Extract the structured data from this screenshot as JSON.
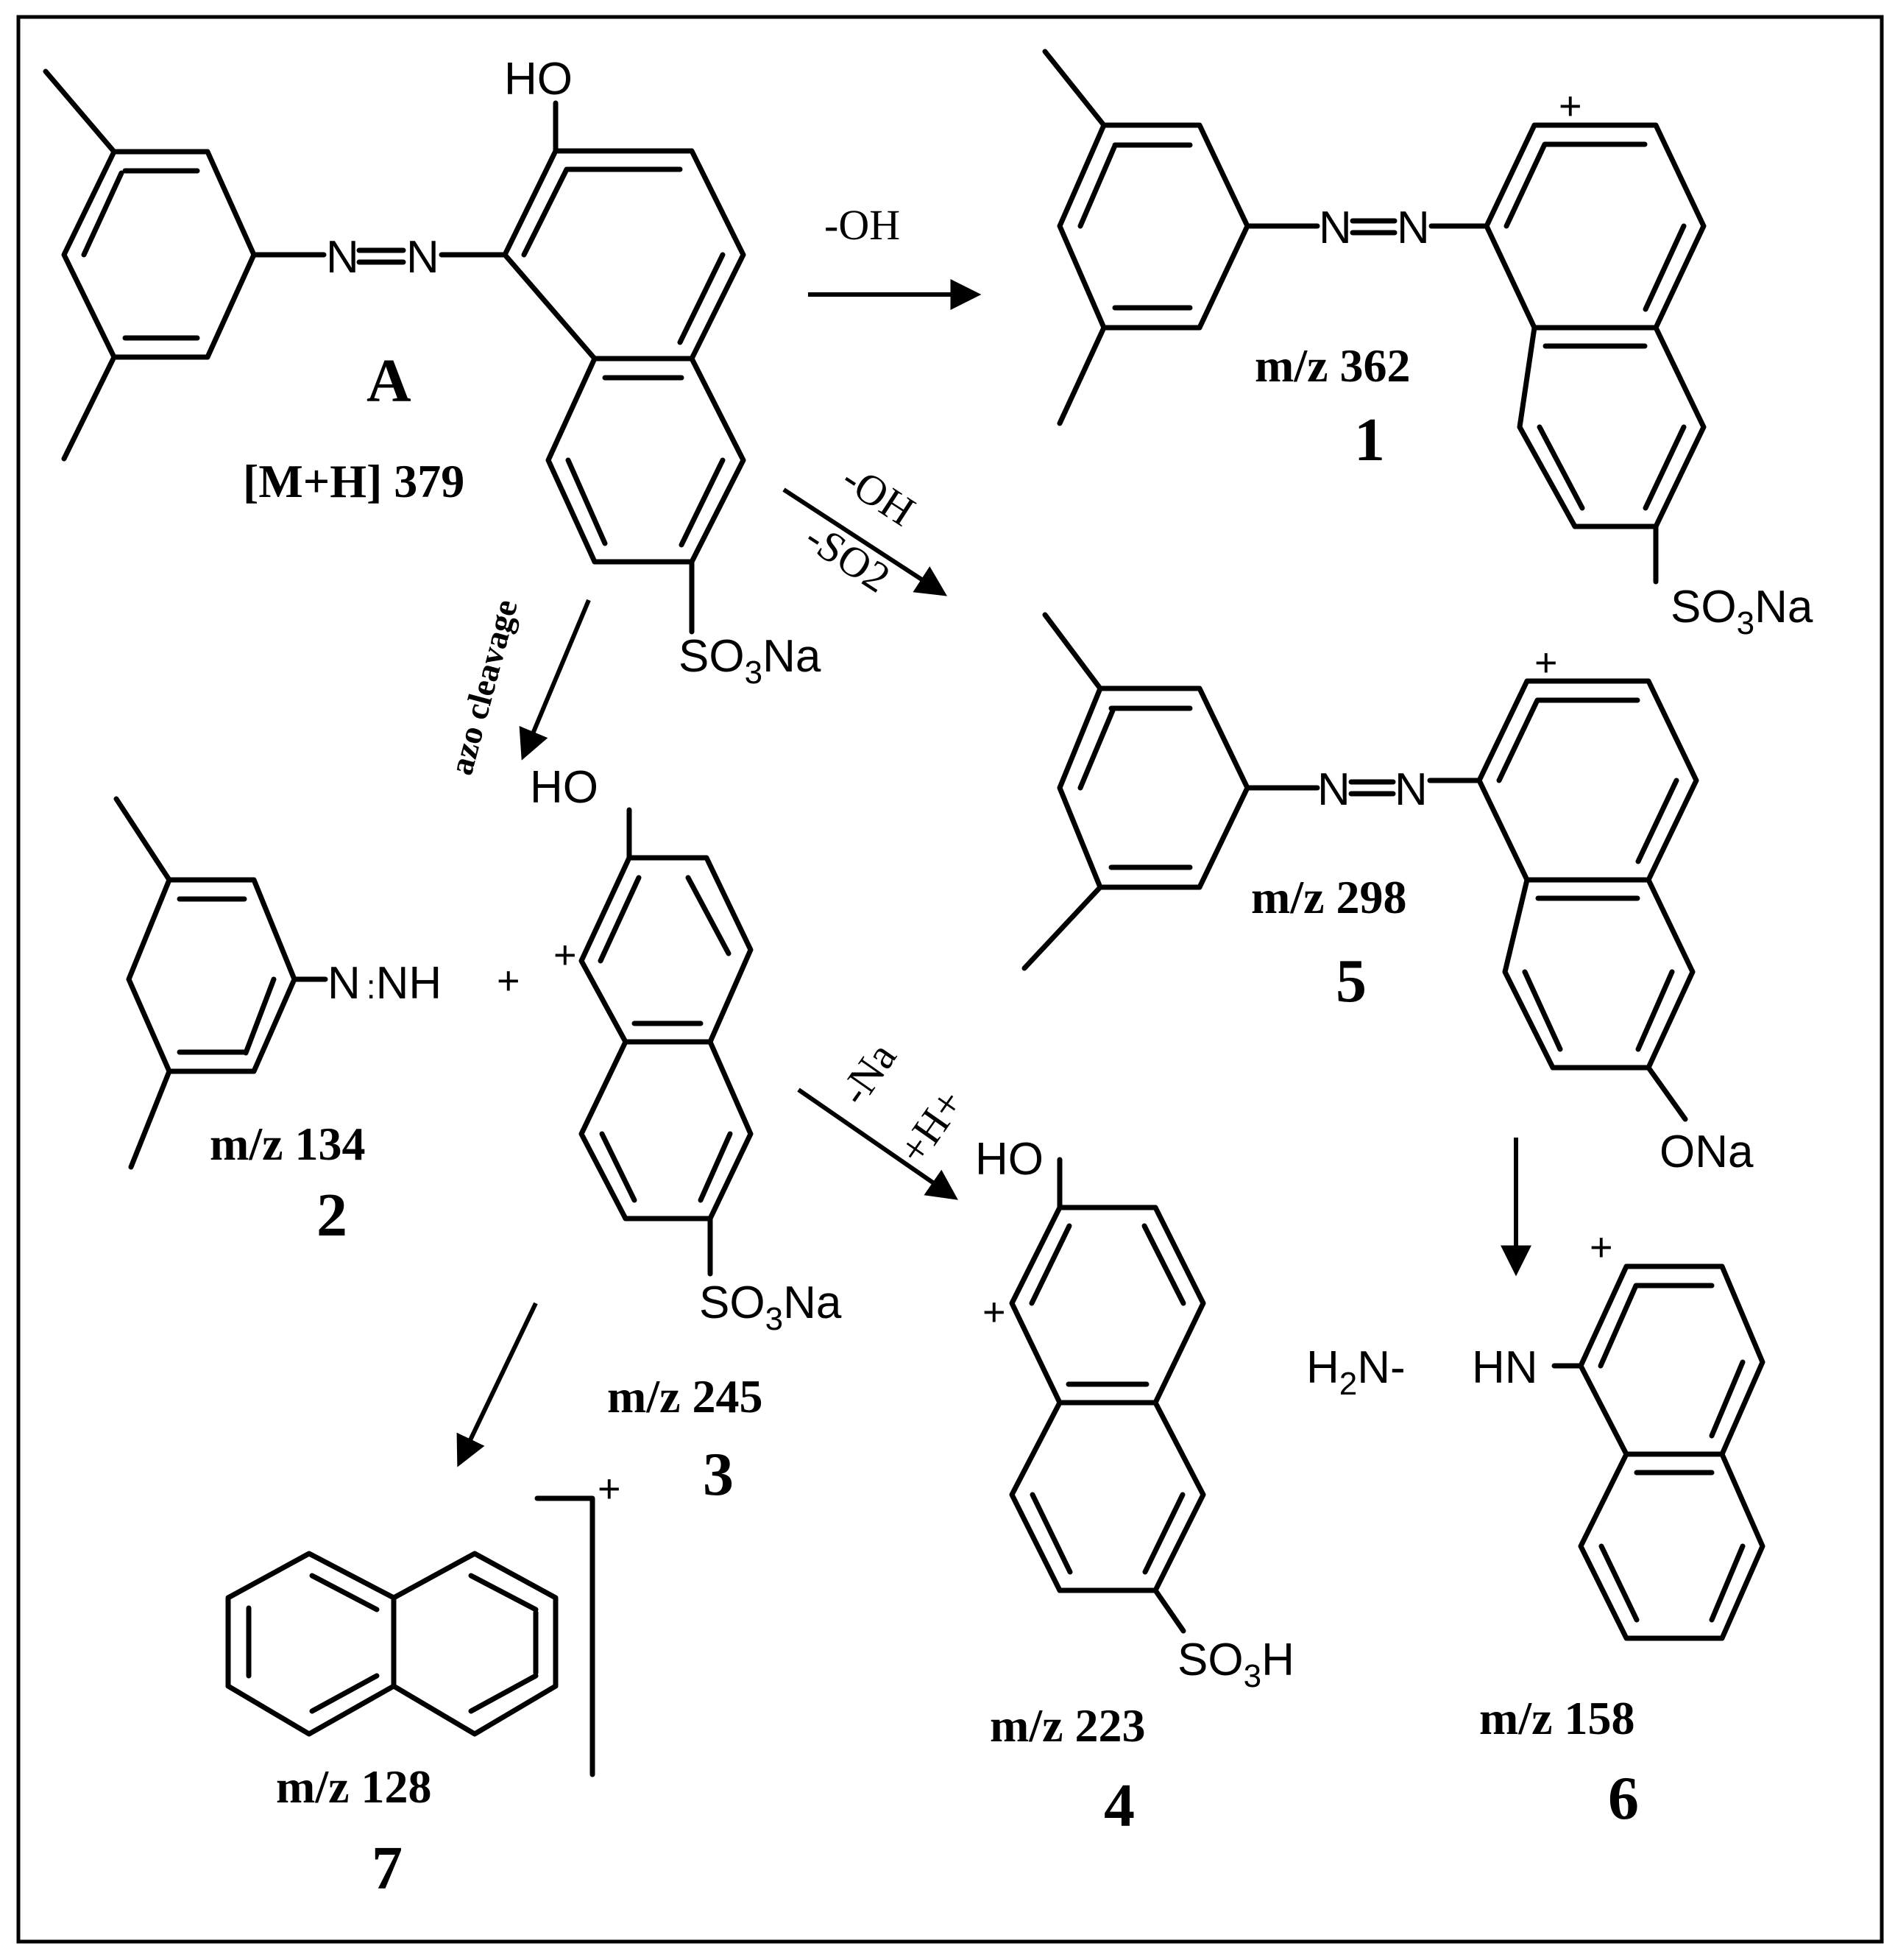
{
  "compounds": {
    "A": {
      "label": "A",
      "ion": "[M+H] 379",
      "hydroxyl": "HO",
      "azo_n1": "N",
      "azo_n2": "N",
      "sulfo": "SO",
      "sulfo_sub": "3",
      "sulfo_tail": "Na"
    },
    "c1": {
      "mz": "m/z 362",
      "number": "1",
      "azo_n1": "N",
      "azo_n2": "N",
      "sulfo": "SO",
      "sulfo_sub": "3",
      "sulfo_tail": "Na",
      "charge": "+"
    },
    "c2": {
      "mz": "m/z 134",
      "number": "2",
      "group": "N",
      "group_tail": "NH",
      "plus": "+"
    },
    "c3": {
      "mz": "m/z 245",
      "number": "3",
      "hydroxyl": "HO",
      "charge": "+",
      "sulfo": "SO",
      "sulfo_sub": "3",
      "sulfo_tail": "Na"
    },
    "c4": {
      "mz": "m/z 223",
      "number": "4",
      "hydroxyl": "HO",
      "charge": "+",
      "sulfo": "SO",
      "sulfo_sub": "3",
      "sulfo_tail": "H"
    },
    "c5": {
      "mz": "m/z 298",
      "number": "5",
      "azo_n1": "N",
      "azo_n2": "N",
      "oxide": "ONa",
      "charge": "+"
    },
    "c6": {
      "mz": "m/z 158",
      "number": "6",
      "amine": "H",
      "amine_sub": "2",
      "amine_tail": "N-",
      "imine": "HN",
      "charge": "+"
    },
    "c7": {
      "mz": "m/z 128",
      "number": "7",
      "charge": "+"
    }
  },
  "conditions": {
    "loss_oh": "-OH",
    "loss_oh_so2_line1": "-OH",
    "loss_oh_so2_line2": "-SO2",
    "azo_cleavage": "azo cleavage",
    "na_h_line1": "-Na",
    "na_h_line2": "+H+"
  }
}
